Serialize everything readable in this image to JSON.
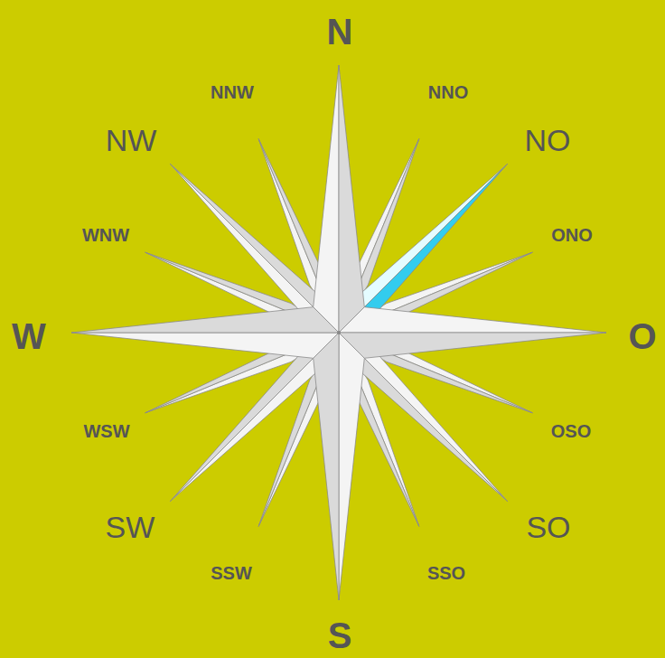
{
  "diagram": {
    "labels": [
      "N",
      "NNW",
      "NNO",
      "NW",
      "NO",
      "WNW",
      "ONO",
      "W",
      "O",
      "WSW",
      "OSO",
      "SW",
      "SO",
      "SSW",
      "SSO",
      "S"
    ]
  }
}
